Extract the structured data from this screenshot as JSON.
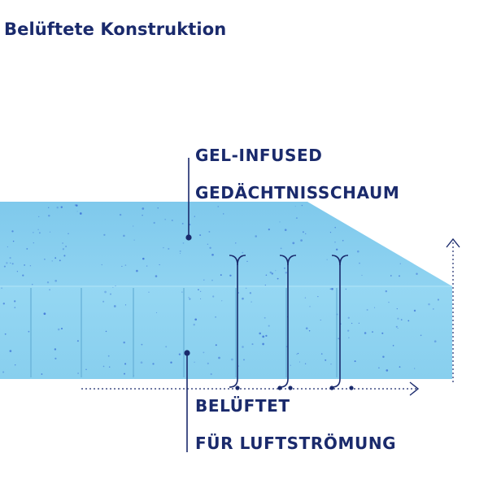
{
  "title": "Belüftete Konstruktion",
  "labels": {
    "foam": {
      "line1": "GEL-INFUSED",
      "line2": "GEDÄCHTNISSCHAUM"
    },
    "vent": {
      "line1": "BELÜFTET",
      "line2": "FÜR LUFTSTRÖMUNG"
    }
  },
  "colors": {
    "text": "#1a2a6c",
    "foam_top": "#86cfee",
    "foam_front": "#93d6f2",
    "foam_side": "#7fc6e8",
    "speckle": "#3a6fd6",
    "arrow": "#1a2a6c"
  },
  "icons": {
    "airflow_arrow": "arrow-right-icon",
    "vertical_arrow": "arrow-up-icon"
  }
}
